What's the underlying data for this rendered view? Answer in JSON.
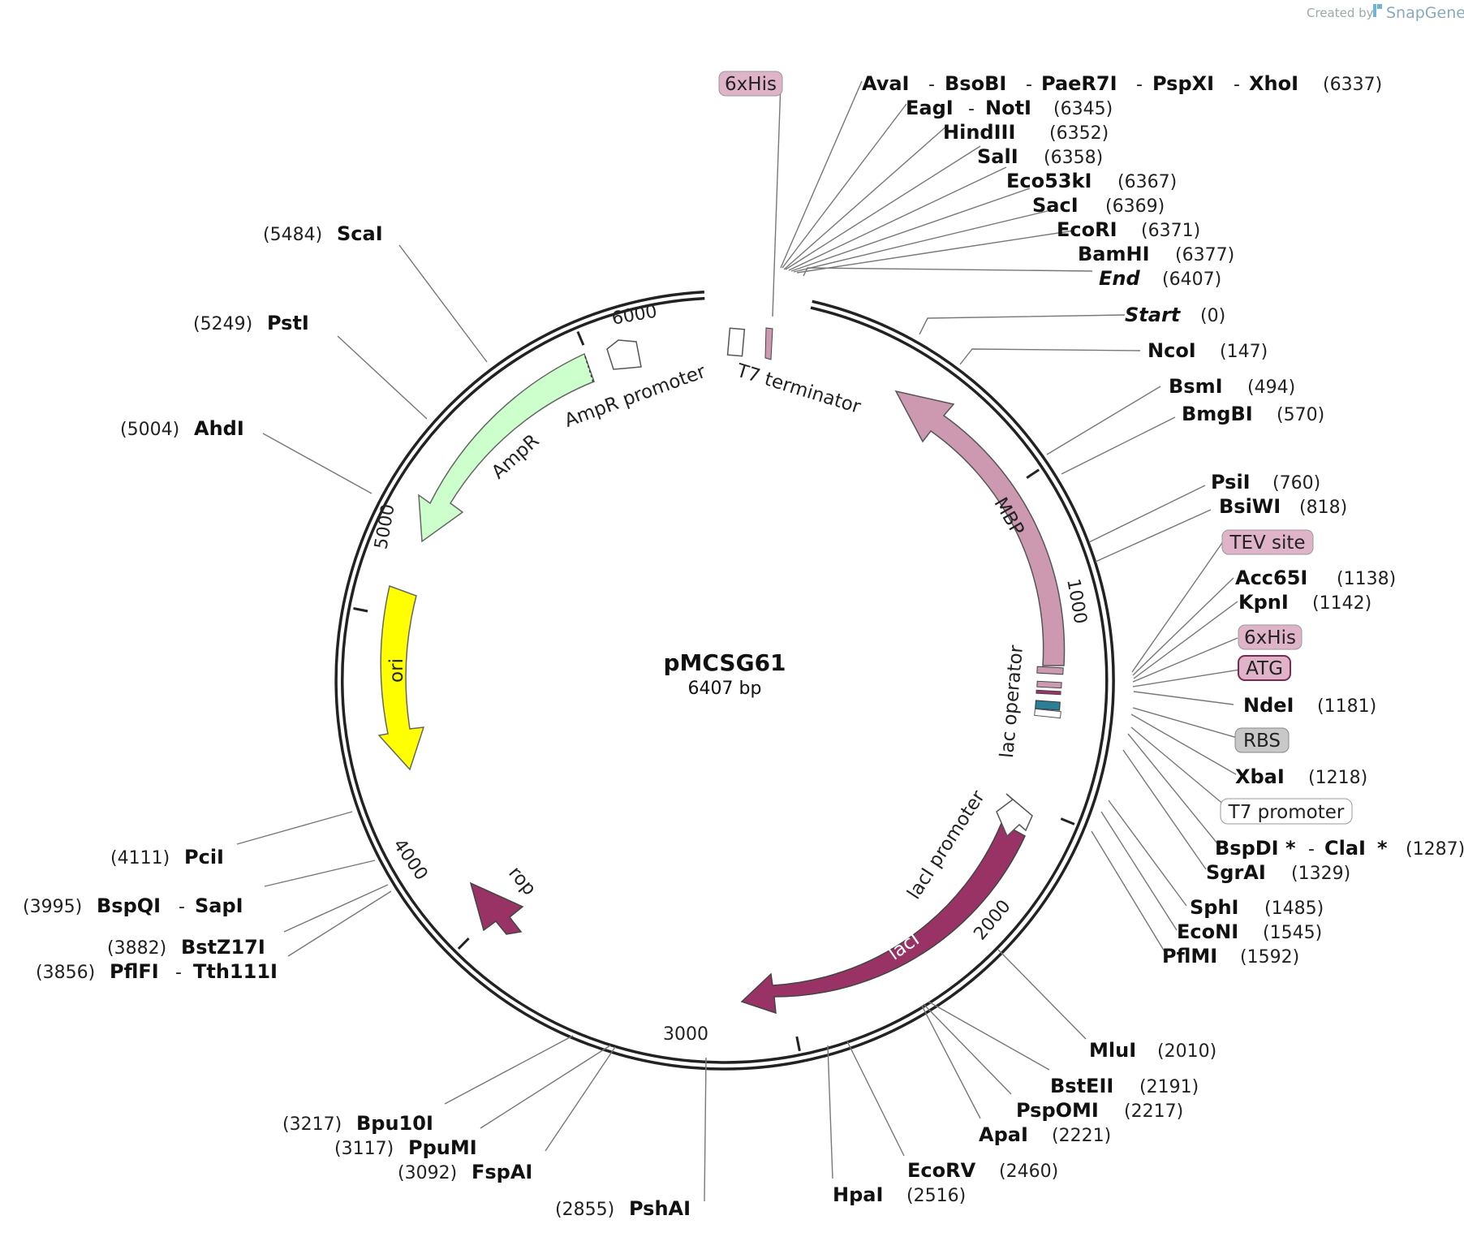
{
  "credit": {
    "prefix": "Created by",
    "brand": "SnapGene"
  },
  "plasmid": {
    "name": "pMCSG61",
    "length_text": "6407 bp"
  },
  "ticks": [
    "1000",
    "2000",
    "3000",
    "4000",
    "5000",
    "6000"
  ],
  "features": {
    "mbp": "MBP",
    "laci": "lacI",
    "laci_promoter": "lacI promoter",
    "rop": "rop",
    "ori": "ori",
    "ampr": "AmpR",
    "ampr_promoter": "AmpR promoter",
    "t7_terminator": "T7 terminator",
    "lac_operator": "lac operator"
  },
  "boxed_labels": {
    "his_top": "6xHis",
    "tev": "TEV site",
    "his_right": "6xHis",
    "atg": "ATG",
    "rbs": "RBS",
    "t7_promoter": "T7 promoter"
  },
  "sites": {
    "avai": "AvaI",
    "bsobi": "BsoBI",
    "paer7i": "PaeR7I",
    "pspxi": "PspXI",
    "xhoi": "XhoI",
    "pos_6337": "(6337)",
    "eagi": "EagI",
    "noti": "NotI",
    "pos_6345": "(6345)",
    "hindiii": "HindIII",
    "pos_6352": "(6352)",
    "sali": "SalI",
    "pos_6358": "(6358)",
    "eco53ki": "Eco53kI",
    "pos_6367": "(6367)",
    "saci": "SacI",
    "pos_6369": "(6369)",
    "ecori": "EcoRI",
    "pos_6371": "(6371)",
    "bamhi": "BamHI",
    "pos_6377": "(6377)",
    "end": "End",
    "pos_6407": "(6407)",
    "start": "Start",
    "pos_0": "(0)",
    "ncoi": "NcoI",
    "pos_147": "(147)",
    "bsmi": "BsmI",
    "pos_494": "(494)",
    "bmgbi": "BmgBI",
    "pos_570": "(570)",
    "psii": "PsiI",
    "pos_760": "(760)",
    "bsiwi": "BsiWI",
    "pos_818": "(818)",
    "acc65i": "Acc65I",
    "pos_1138": "(1138)",
    "kpni": "KpnI",
    "pos_1142": "(1142)",
    "ndei": "NdeI",
    "pos_1181": "(1181)",
    "xbai": "XbaI",
    "pos_1218": "(1218)",
    "bspdi": "BspDI",
    "clai": "ClaI",
    "star": "*",
    "pos_1287": "(1287)",
    "sgrai": "SgrAI",
    "pos_1329": "(1329)",
    "sphi": "SphI",
    "pos_1485": "(1485)",
    "econi": "EcoNI",
    "pos_1545": "(1545)",
    "pflmi": "PflMI",
    "pos_1592": "(1592)",
    "mlui": "MluI",
    "pos_2010": "(2010)",
    "bsteii": "BstEII",
    "pos_2191": "(2191)",
    "pspomi": "PspOMI",
    "pos_2217": "(2217)",
    "apai": "ApaI",
    "pos_2221": "(2221)",
    "ecorv": "EcoRV",
    "pos_2460": "(2460)",
    "hpai": "HpaI",
    "pos_2516": "(2516)",
    "pshai": "PshAI",
    "pos_2855": "(2855)",
    "fspai": "FspAI",
    "pos_3092": "(3092)",
    "ppumi": "PpuMI",
    "pos_3117": "(3117)",
    "bpu10i": "Bpu10I",
    "pos_3217": "(3217)",
    "pflfi": "PflFI",
    "tth111i": "Tth111I",
    "pos_3856": "(3856)",
    "bstz17i": "BstZ17I",
    "pos_3882": "(3882)",
    "bspqi": "BspQI",
    "sapi": "SapI",
    "pos_3995": "(3995)",
    "pcii": "PciI",
    "pos_4111": "(4111)",
    "ahdi": "AhdI",
    "pos_5004": "(5004)",
    "psti": "PstI",
    "pos_5249": "(5249)",
    "scai": "ScaI",
    "pos_5484": "(5484)",
    "dash": "-"
  },
  "colors": {
    "mbp": "#cc99b1",
    "laci": "#993366",
    "rop": "#993366",
    "ori": "#ffff00",
    "ampr": "#ccffcc",
    "tag_pink": "#e0b4c8",
    "rbs_gray": "#c8c8c8",
    "operator_teal": "#2a7f96",
    "backbone": "#222222"
  }
}
